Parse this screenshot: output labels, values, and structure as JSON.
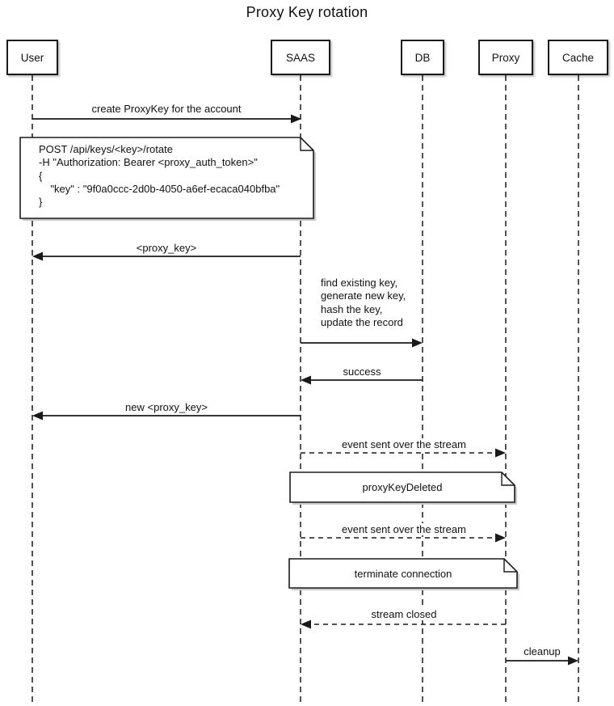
{
  "title": "Proxy Key rotation",
  "actors": [
    {
      "name": "User"
    },
    {
      "name": "SAAS"
    },
    {
      "name": "DB"
    },
    {
      "name": "Proxy"
    },
    {
      "name": "Cache"
    }
  ],
  "messages": [
    {
      "from": "User",
      "to": "SAAS",
      "type": "solid",
      "label": "create ProxyKey for the account"
    },
    {
      "from": "SAAS",
      "to": "User",
      "type": "solid",
      "label": "<proxy_key>"
    },
    {
      "from": "SAAS",
      "to": "DB",
      "type": "solid",
      "label": "find existing key,\ngenerate new key,\nhash the key,\nupdate the record"
    },
    {
      "from": "DB",
      "to": "SAAS",
      "type": "solid",
      "label": "success"
    },
    {
      "from": "SAAS",
      "to": "User",
      "type": "solid",
      "label": "new <proxy_key>"
    },
    {
      "from": "SAAS",
      "to": "Proxy",
      "type": "dashed",
      "label": "event sent over the stream"
    },
    {
      "from": "SAAS",
      "to": "Proxy",
      "type": "dashed",
      "label": "event sent over the stream"
    },
    {
      "from": "Proxy",
      "to": "SAAS",
      "type": "dashed",
      "label": "stream closed"
    },
    {
      "from": "Proxy",
      "to": "Cache",
      "type": "solid",
      "label": "cleanup"
    }
  ],
  "notes": [
    {
      "over": "User,SAAS",
      "text": "POST /api/keys/<key>/rotate\n-H \"Authorization: Bearer <proxy_auth_token>\"\n{\n    \"key\" : \"9f0a0ccc-2d0b-4050-a6ef-ecaca040bfba\"\n}"
    },
    {
      "over": "SAAS,Proxy",
      "text": "proxyKeyDeleted"
    },
    {
      "over": "SAAS,Proxy",
      "text": "terminate connection"
    }
  ],
  "colors": {
    "line": "#1a1a1a",
    "text": "#111111",
    "background": "#ffffff",
    "note_fill": "#ffffff"
  }
}
